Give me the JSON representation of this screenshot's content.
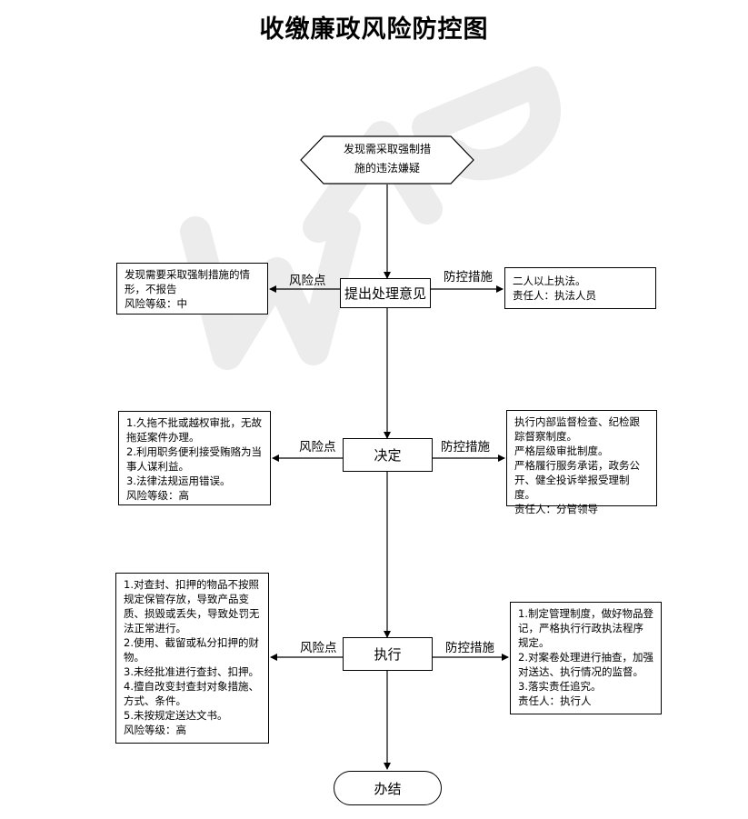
{
  "title": "收缴廉政风险防控图",
  "watermark": "WPS",
  "start": {
    "line1": "发现需采取强制措",
    "line2": "施的违法嫌疑"
  },
  "steps": [
    {
      "label": "提出处理意见",
      "risk_label": "风险点",
      "control_label": "防控措施",
      "risk": [
        "发现需要采取强制措施的情形，不报告",
        "风险等级：中"
      ],
      "control": [
        "二人以上执法。",
        "责任人：执法人员"
      ]
    },
    {
      "label": "决定",
      "risk_label": "风险点",
      "control_label": "防控措施",
      "risk": [
        "1.久拖不批或越权审批，无故拖延案件办理。",
        "2.利用职务便利接受贿赂为当事人谋利益。",
        "3.法律法规运用错误。",
        "风险等级：高"
      ],
      "control": [
        "执行内部监督检查、纪检跟踪督察制度。",
        "严格层级审批制度。",
        "严格履行服务承诺，政务公开、健全投诉举报受理制度。",
        "责任人：分管领导"
      ]
    },
    {
      "label": "执行",
      "risk_label": "风险点",
      "control_label": "防控措施",
      "risk": [
        "1.对查封、扣押的物品不按照规定保管存放，导致产品变质、损毁或丢失，导致处罚无法正常进行。",
        "2.使用、截留或私分扣押的财物。",
        "3.未经批准进行查封、扣押。",
        "4.擅自改变封查封对象措施、方式、条件。",
        "5.未按规定送达文书。",
        "风险等级：高"
      ],
      "control": [
        "1.制定管理制度，做好物品登记，严格执行行政执法程序规定。",
        "2.对案卷处理进行抽查，加强对送达、执行情况的监督。",
        "3.落实责任追究。",
        "责任人：执行人"
      ]
    }
  ],
  "end": "办结"
}
